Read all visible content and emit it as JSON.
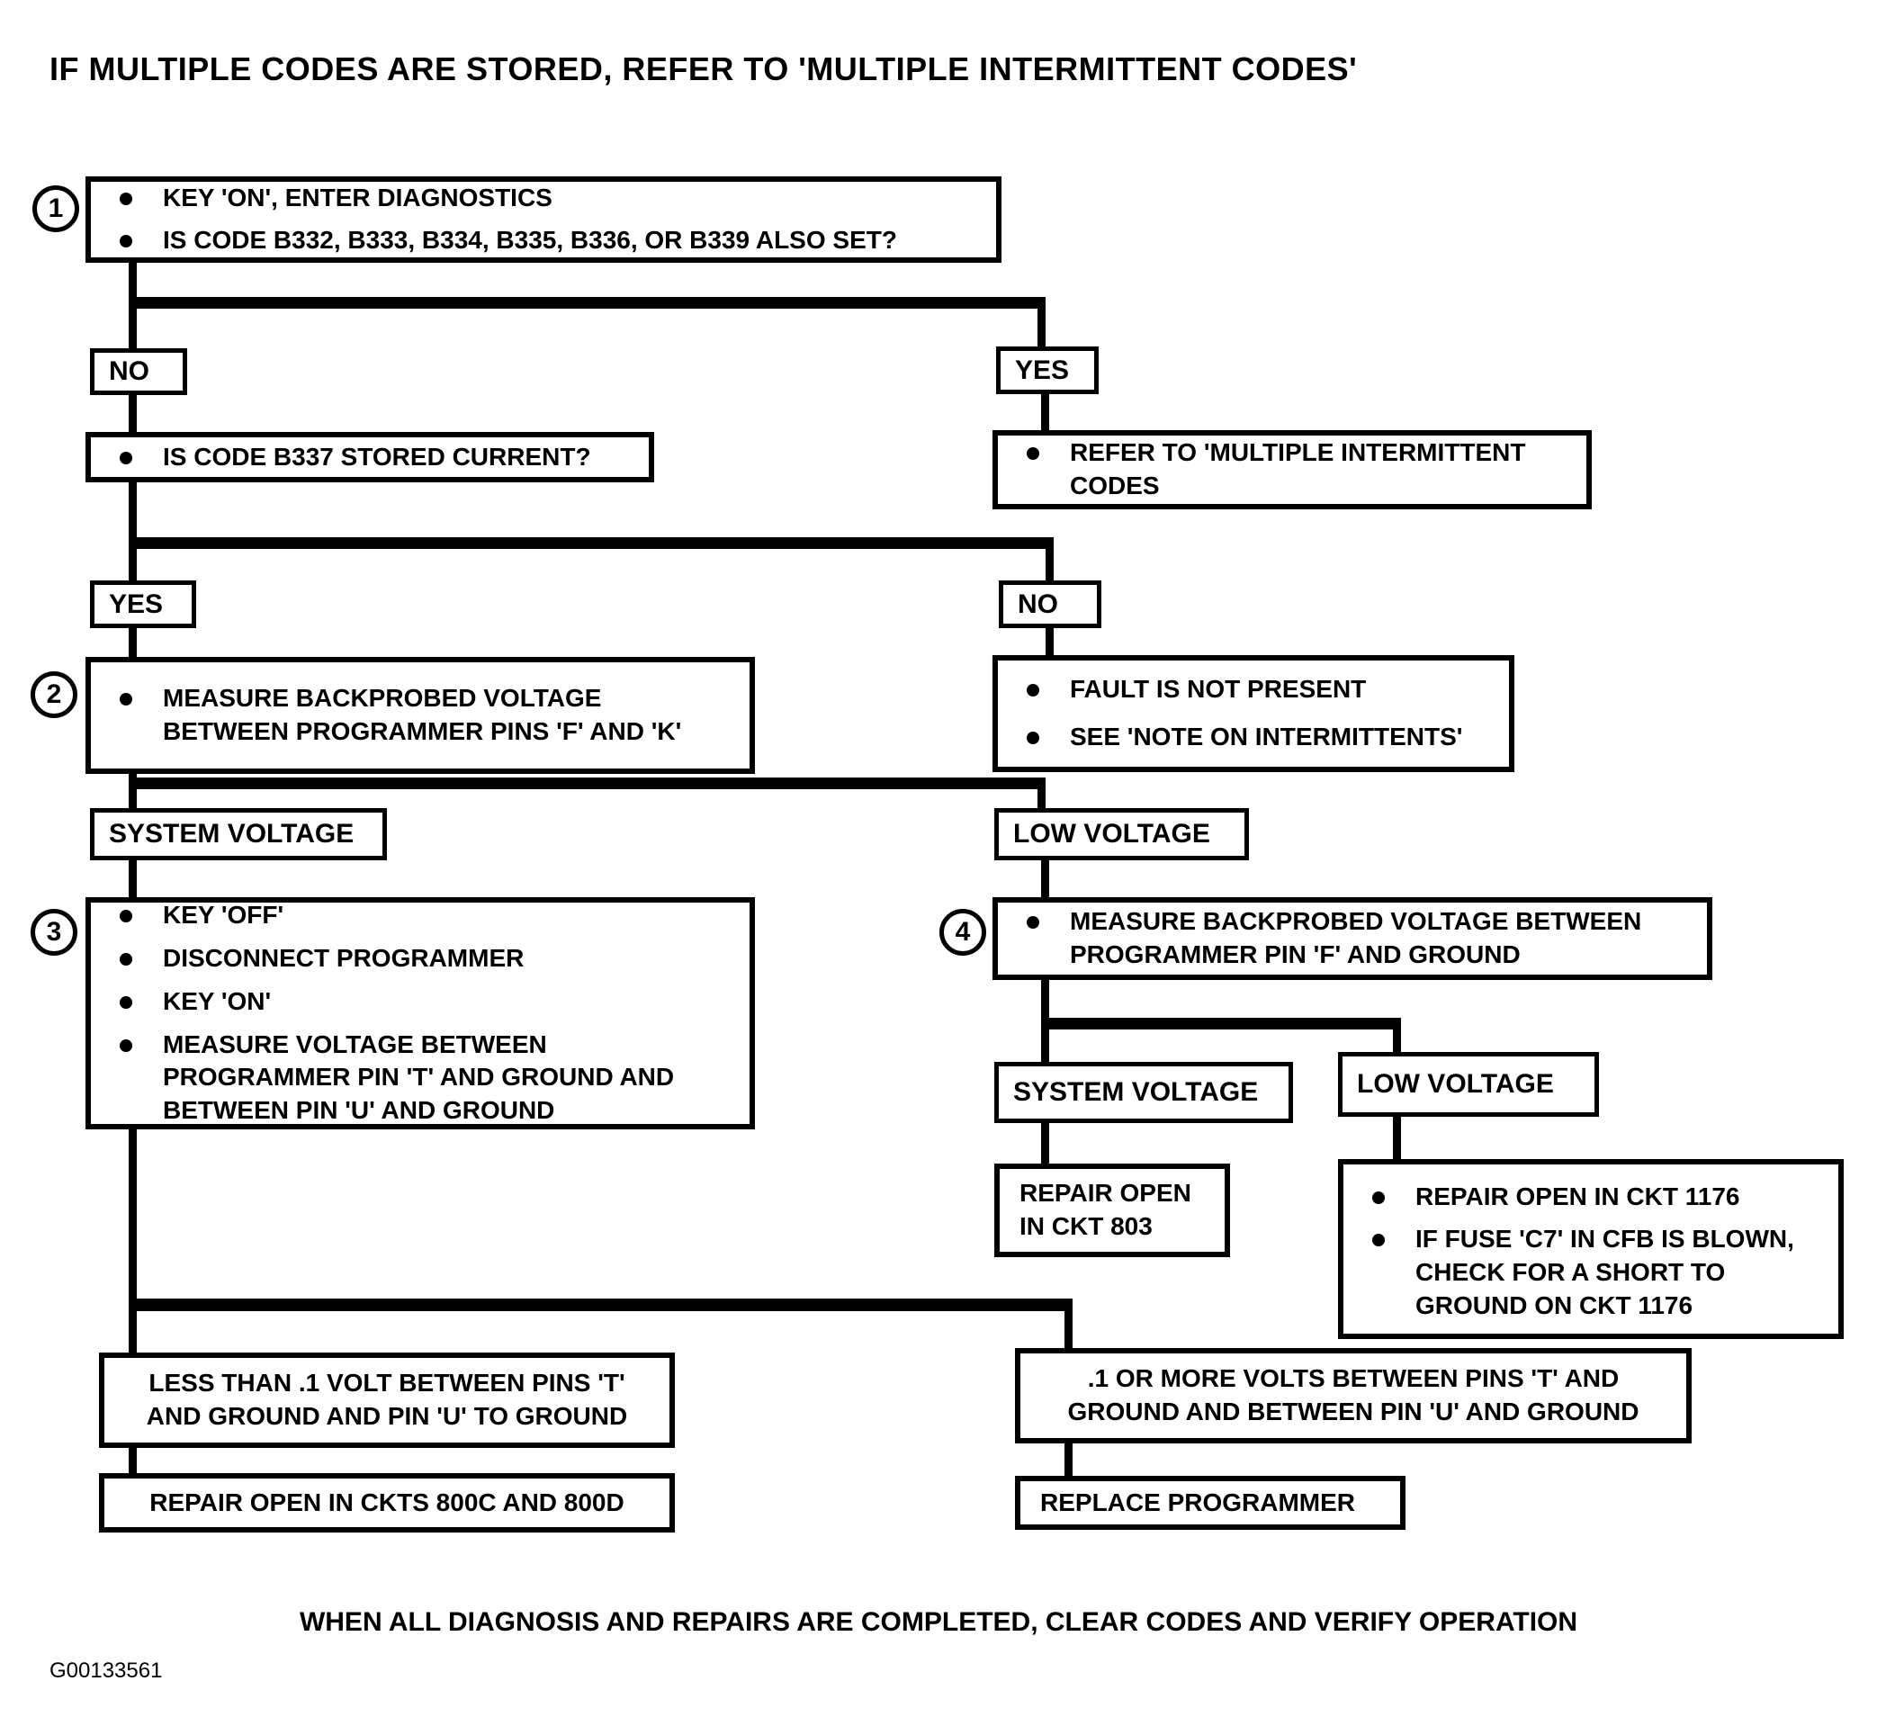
{
  "title": "IF MULTIPLE CODES ARE STORED, REFER TO 'MULTIPLE INTERMITTENT CODES'",
  "footer": "WHEN ALL DIAGNOSIS AND REPAIRS ARE COMPLETED, CLEAR CODES AND VERIFY OPERATION",
  "figure_id": "G00133561",
  "colors": {
    "ink": "#000000",
    "paper": "#ffffff"
  },
  "nodes": {
    "step1": {
      "num": "1",
      "b1": "KEY 'ON', ENTER DIAGNOSTICS",
      "b2": "IS CODE B332, B333, B334, B335, B336, OR B339 ALSO SET?"
    },
    "no1": "NO",
    "yes1": "YES",
    "b337": {
      "b1": "IS CODE B337 STORED CURRENT?"
    },
    "refer": {
      "b1": "REFER TO 'MULTIPLE INTERMITTENT\nCODES"
    },
    "yes2": "YES",
    "no2": "NO",
    "step2": {
      "num": "2",
      "b1": "MEASURE BACKPROBED VOLTAGE\nBETWEEN PROGRAMMER PINS 'F' AND 'K'"
    },
    "fault": {
      "b1": "FAULT IS NOT PRESENT",
      "b2": "SEE 'NOTE ON INTERMITTENTS'"
    },
    "system_voltage_1": "SYSTEM VOLTAGE",
    "low_voltage_1": "LOW VOLTAGE",
    "step3": {
      "num": "3",
      "b1": "KEY 'OFF'",
      "b2": "DISCONNECT PROGRAMMER",
      "b3": "KEY 'ON'",
      "b4": "MEASURE VOLTAGE BETWEEN\nPROGRAMMER PIN 'T' AND GROUND AND\nBETWEEN PIN 'U' AND GROUND"
    },
    "step4": {
      "num": "4",
      "b1": "MEASURE BACKPROBED VOLTAGE BETWEEN\nPROGRAMMER PIN 'F' AND GROUND"
    },
    "system_voltage_2": "SYSTEM VOLTAGE",
    "low_voltage_2": "LOW VOLTAGE",
    "repair_803": "REPAIR OPEN\nIN CKT 803",
    "repair_1176": {
      "b1": "REPAIR OPEN IN CKT 1176",
      "b2": "IF FUSE 'C7' IN CFB IS BLOWN,\nCHECK FOR A SHORT TO\nGROUND ON CKT 1176"
    },
    "less_than": "LESS THAN .1 VOLT BETWEEN PINS 'T'\nAND GROUND AND PIN 'U' TO GROUND",
    "repair_800": "REPAIR OPEN IN CKTS 800C AND 800D",
    "or_more": ".1 OR MORE VOLTS BETWEEN PINS 'T' AND\nGROUND AND BETWEEN PIN 'U' AND GROUND",
    "replace": "REPLACE PROGRAMMER"
  }
}
